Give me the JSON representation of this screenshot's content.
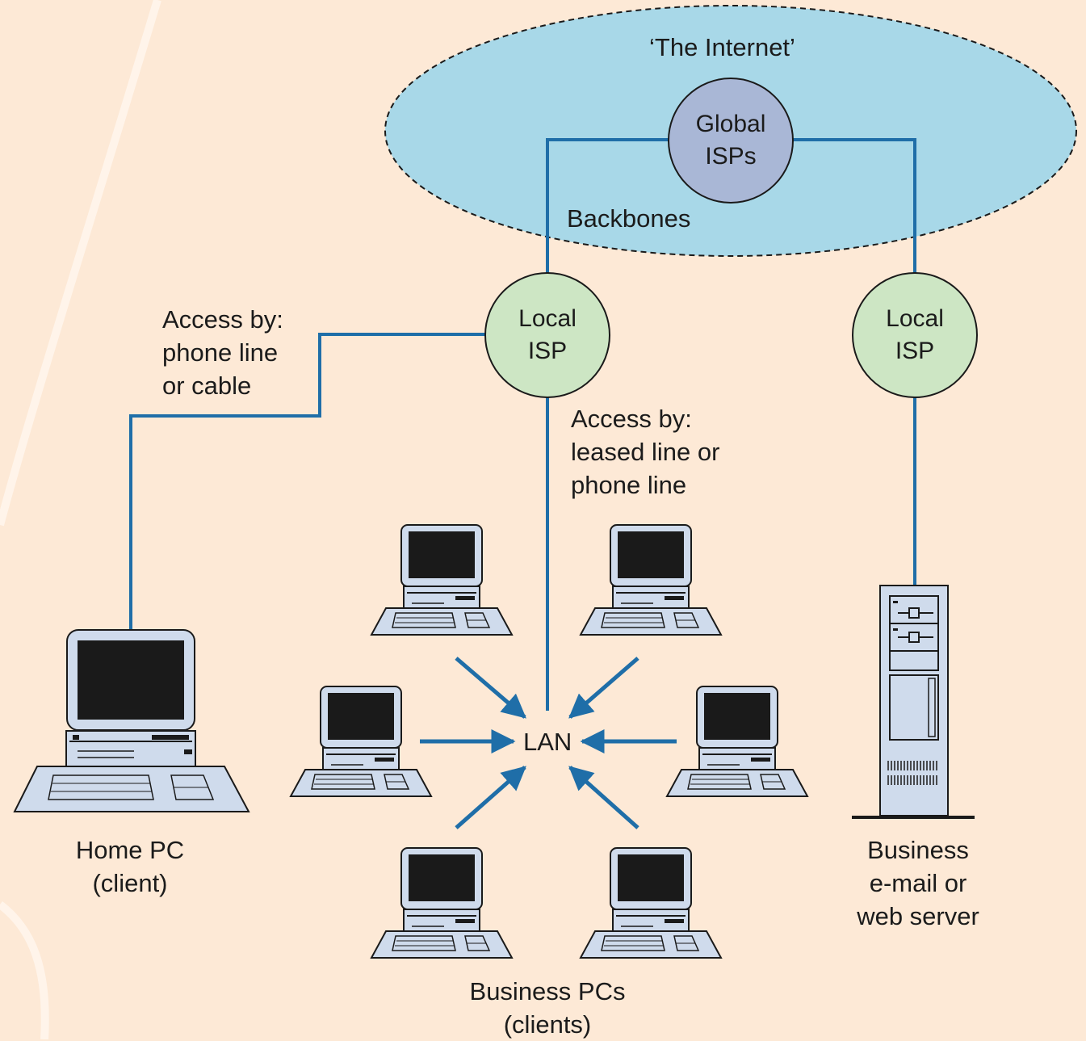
{
  "title": "",
  "internet": {
    "label": "‘The Internet’",
    "fill": "#a8d8e8"
  },
  "global_isp": {
    "label": "Global\nISPs",
    "fill": "#a9b7d6"
  },
  "backbones": "Backbones",
  "local_isp_left": {
    "label": "Local\nISP",
    "fill": "#cde6c4"
  },
  "local_isp_right": {
    "label": "Local\nISP",
    "fill": "#cde6c4"
  },
  "access_home": "Access by:\nphone line\nor cable",
  "access_lan": "Access by:\nleased line or\nphone line",
  "lan": "LAN",
  "home_pc": "Home PC\n(client)",
  "business_pcs": "Business PCs\n(clients)",
  "server": "Business\ne-mail or\nweb server",
  "colors": {
    "background": "#fde9d6",
    "line": "#1f6ea8",
    "device": "#cfdbec",
    "screen": "#1a1a1a"
  }
}
